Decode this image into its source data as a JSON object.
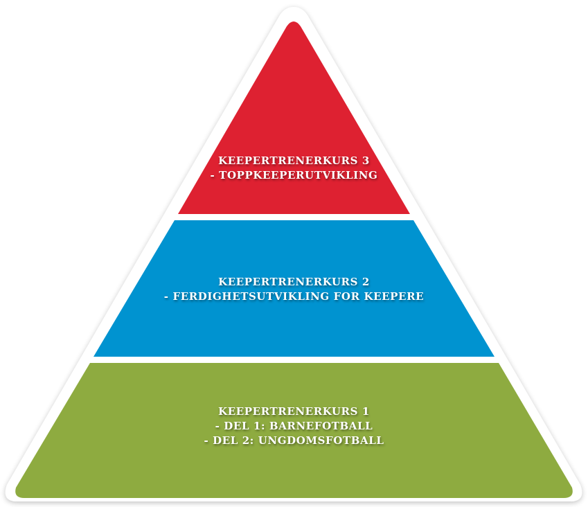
{
  "pyramid": {
    "levels": [
      {
        "color": "#8eab40",
        "lines": [
          "KEEPERTRENERKURS 1",
          "- DEL 1: BARNEFOTBALL",
          "- DEL 2: UNGDOMSFOTBALL"
        ]
      },
      {
        "color": "#0093d0",
        "lines": [
          "KEEPERTRENERKURS 2",
          "- FERDIGHETSUTVIKLING FOR KEEPERE"
        ]
      },
      {
        "color": "#de2131",
        "lines": [
          "KEEPERTRENERKURS 3",
          "- TOPPKEEPERUTVIKLING"
        ]
      }
    ],
    "outline_color": "#ffffff"
  }
}
